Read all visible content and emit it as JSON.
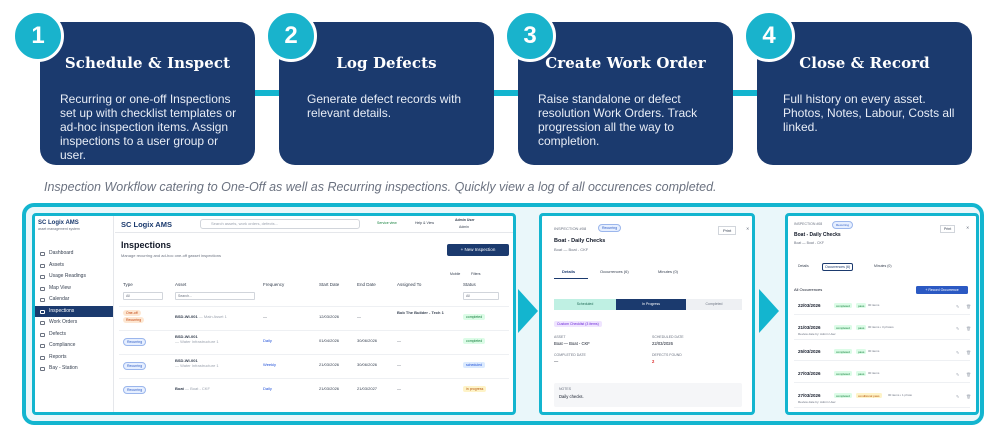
{
  "steps": [
    {
      "num": "1",
      "title": "Schedule & Inspect",
      "desc": "Recurring or one-off Inspections set up with checklist templates or ad-hoc inspection items. Assign inspections to a user group or user."
    },
    {
      "num": "2",
      "title": "Log Defects",
      "desc": "Generate defect records with relevant details."
    },
    {
      "num": "3",
      "title": "Create Work Order",
      "desc": "Raise standalone or defect resolution Work Orders. Track progression all the way to completion."
    },
    {
      "num": "4",
      "title": "Close & Record",
      "desc": "Full history on every asset. Photos, Notes, Labour, Costs all linked."
    }
  ],
  "caption": "Inspection Workflow catering to One-Off as well as Recurring inspections. Quickly view a log of all occurences completed.",
  "colors": {
    "navy": "#1b3a6e",
    "teal": "#13b5cf"
  },
  "app": {
    "brand": "SC Logix AMS",
    "brand_sub": "asset management system",
    "search_placeholder": "Search assets, work orders, defects...",
    "top_right": [
      "Service view",
      "Help & View",
      "Admin User",
      "Admin"
    ],
    "sidebar": [
      {
        "label": "Dashboard",
        "icon": "dashboard-icon"
      },
      {
        "label": "Assets",
        "icon": "assets-icon"
      },
      {
        "label": "Usage Readings",
        "icon": "gauge-icon"
      },
      {
        "label": "Map View",
        "icon": "map-icon"
      },
      {
        "label": "Calendar",
        "icon": "calendar-icon"
      },
      {
        "label": "Inspections",
        "icon": "clipboard-icon"
      },
      {
        "label": "Work Orders",
        "icon": "wrench-icon"
      },
      {
        "label": "Defects",
        "icon": "alert-icon"
      },
      {
        "label": "Compliance",
        "icon": "shield-icon"
      },
      {
        "label": "Reports",
        "icon": "chart-icon"
      },
      {
        "label": "Bay - Station",
        "icon": "location-icon"
      }
    ],
    "page_title": "Inspections",
    "page_sub": "Manage recurring and ad-hoc one-off gasset inspections",
    "new_button": "+ New Inspection",
    "view_toggles": [
      "Mobile",
      "Filters"
    ],
    "columns": [
      "Type",
      "Asset",
      "Frequency",
      "Start Date",
      "End Date",
      "Assigned To",
      "Status"
    ],
    "filters": {
      "type": "All",
      "asset": "Search...",
      "status": "All"
    },
    "rows": [
      {
        "type": "One-off",
        "type2": "Recurring",
        "asset": "BSD-WI-001",
        "asset_sub": "— Main Asset 1",
        "freq": "—",
        "start": "12/03/2026",
        "end": "—",
        "assigned": "Bob The Builder - Tech 1",
        "status": "completed",
        "kind": "once"
      },
      {
        "type": "Recurring",
        "type2": "",
        "asset": "BSD-WI-001",
        "asset_sub": "— Water Infrastructure 1",
        "freq": "Daily",
        "start": "01/04/2026",
        "end": "30/06/2026",
        "assigned": "—",
        "status": "completed",
        "kind": "rec"
      },
      {
        "type": "Recurring",
        "type2": "",
        "asset": "BSD-WI-001",
        "asset_sub": "— Water Infrastructure 1",
        "freq": "Weekly",
        "start": "21/03/2026",
        "end": "30/06/2026",
        "assigned": "—",
        "status": "scheduled",
        "kind": "rec"
      },
      {
        "type": "Recurring",
        "type2": "",
        "asset": "Boat",
        "asset_sub": "— Boat - CKF",
        "freq": "Daily",
        "start": "21/03/2026",
        "end": "21/03/2027",
        "assigned": "—",
        "status": "in progress",
        "kind": "rec"
      }
    ]
  },
  "detail": {
    "code": "INSPECTION #08",
    "badge": "Recurring",
    "print": "Print",
    "title": "Boat - Daily Checks",
    "sub": "Boat — Boat - CKF",
    "tabs": [
      "Details",
      "Occurrences (6)",
      "Minutes (0)"
    ],
    "stages": [
      "Scheduled",
      "In Progress",
      "Completed"
    ],
    "checklist": "Custom Checklist (3 items)",
    "asset_label": "ASSET",
    "asset_value": "Boat — Boat - CKF",
    "sched_label": "SCHEDULED DATE",
    "sched_value": "22/03/2026",
    "completed_label": "COMPLETED DATE",
    "completed_value": "—",
    "defects_label": "DEFECTS FOUND",
    "defects_value": "2",
    "notes_label": "NOTES",
    "notes_value": "Daily checks."
  },
  "occurrences": {
    "code": "INSPECTION #08",
    "badge": "Recurring",
    "print": "Print",
    "title": "Boat - Daily Checks",
    "sub": "Boat — Boat - CKF",
    "tabs": [
      "Details",
      "Occurrences (6)",
      "Minutes (0)"
    ],
    "section": "All Occurrences",
    "record_button": "+ Record Occurrence",
    "items": [
      {
        "date": "22/03/2026",
        "who": "",
        "status": "completed",
        "result": "pass",
        "meta": "00 items",
        "warn": false
      },
      {
        "date": "21/03/2026",
        "who": "Review date by: Admin User",
        "status": "completed",
        "result": "pass",
        "meta": "00 items • 3 photos",
        "warn": false
      },
      {
        "date": "25/03/2026",
        "who": "",
        "status": "completed",
        "result": "pass",
        "meta": "00 items",
        "warn": false
      },
      {
        "date": "27/03/2026",
        "who": "",
        "status": "completed",
        "result": "pass",
        "meta": "00 items",
        "warn": false
      },
      {
        "date": "27/03/2026",
        "who": "Review date by: Admin User",
        "status": "completed",
        "result": "conditional pass",
        "meta": "00 items • 1 photo",
        "warn": true
      }
    ]
  }
}
